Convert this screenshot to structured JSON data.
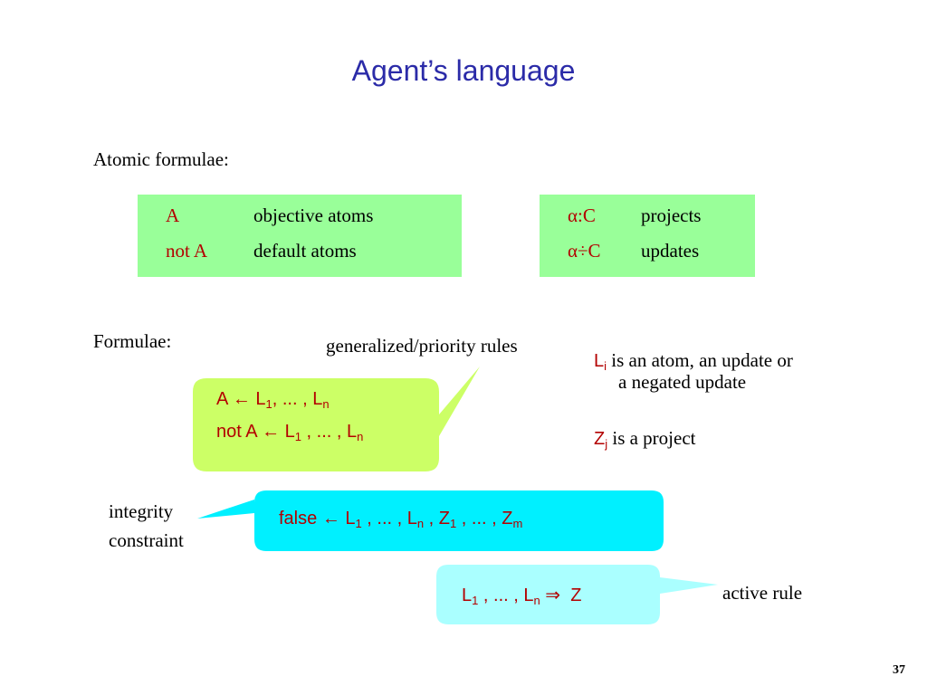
{
  "slide": {
    "title": "Agent’s language",
    "page_number": "37"
  },
  "atomic": {
    "heading": "Atomic formulae:",
    "left_box": {
      "row1": {
        "symbol": "A",
        "desc": "objective atoms"
      },
      "row2": {
        "symbol": "not A",
        "desc": "default atoms"
      }
    },
    "right_box": {
      "row1": {
        "symbol_greek": "α",
        "symbol_rest": ":C",
        "desc": "projects"
      },
      "row2": {
        "symbol_greek": "α",
        "symbol_rest": "÷C",
        "desc": "updates"
      }
    }
  },
  "formulae": {
    "heading": "Formulae:",
    "gen_rules_label": "generalized/priority rules",
    "gen_rules": {
      "line1": {
        "head": "A",
        "arrow": "←",
        "L": "L",
        "sub1": "1",
        "sep": ", ... , ",
        "L2": "L",
        "subn": "n"
      },
      "line2": {
        "head": "not A",
        "arrow": "←",
        "L": "L",
        "sub1": "1",
        "sep": " , ... , ",
        "L2": "L",
        "subn": "n"
      }
    },
    "li_note": {
      "sym": "L",
      "sub": "i",
      "text1": "is an atom, an update or",
      "text2": "a negated update"
    },
    "zj_note": {
      "sym": "Z",
      "sub": "j",
      "text": "is a project"
    },
    "integrity": {
      "label1": "integrity",
      "label2": "constraint",
      "head": "false",
      "arrow": "←",
      "L": "L",
      "sub1": "1",
      "sep1": " , ... , ",
      "Ln": "L",
      "subn": "n",
      "comma": " , ",
      "Z": "Z",
      "zsub1": "1",
      "sep2": " , ... , ",
      "Zm": "Z",
      "subm": "m"
    },
    "active": {
      "label": "active rule",
      "L": "L",
      "sub1": "1",
      "sep": " , ... , ",
      "Ln": "L",
      "subn": "n",
      "arrow": "⇒",
      "Z": "Z"
    }
  },
  "colors": {
    "title": "#2b2ba8",
    "green_box": "#99ff99",
    "lime_bubble": "#ccff66",
    "cyan_bubble": "#00f0ff",
    "light_cyan_bubble": "#aaffff",
    "red_text": "#b30000"
  }
}
